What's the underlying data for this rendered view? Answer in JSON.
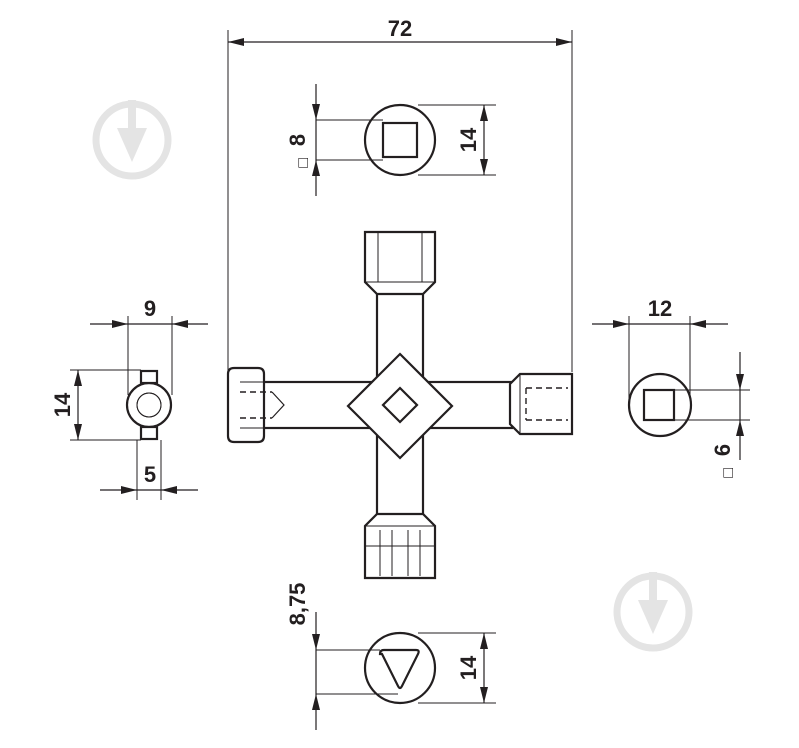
{
  "dimensions": {
    "overall_width": "72",
    "square_8": "8",
    "square_8_symbol": "□",
    "top_diameter": "14",
    "left_width": "9",
    "left_height": "14",
    "left_pin": "5",
    "right_width": "12",
    "square_6": "6",
    "square_6_symbol": "□",
    "triangle_size": "8,75",
    "bottom_diameter": "14"
  },
  "colors": {
    "line": "#231f20",
    "watermark": "#e4e4e4",
    "background": "#ffffff"
  },
  "icons": [
    "download-watermark-icon",
    "download-watermark-icon"
  ]
}
